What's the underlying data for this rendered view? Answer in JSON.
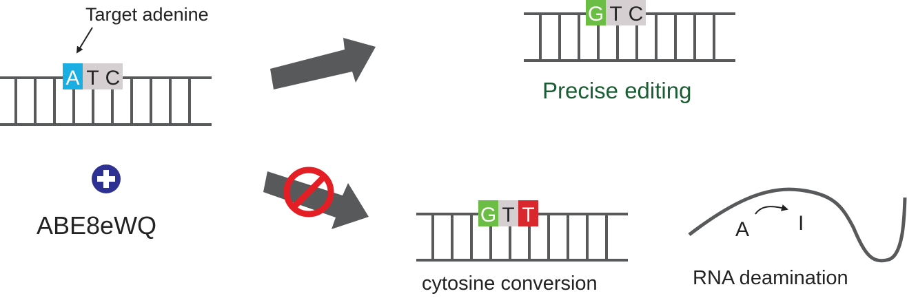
{
  "diagram": {
    "input": {
      "label": "Target adenine",
      "sequence": [
        {
          "base": "A",
          "fill": "#1aaee3",
          "text_color": "#ffffff"
        },
        {
          "base": "T",
          "fill": "#d5cfd1",
          "text_color": "#222222"
        },
        {
          "base": "C",
          "fill": "#d5cfd1",
          "text_color": "#222222"
        }
      ],
      "plus_icon": "plus-circle-icon",
      "plus_color": "#2e3192",
      "editor": "ABE8eWQ"
    },
    "outcomes": {
      "precise": {
        "sequence": [
          {
            "base": "G",
            "fill": "#6cbd45",
            "text_color": "#ffffff"
          },
          {
            "base": "T",
            "fill": "#d5cfd1",
            "text_color": "#222222"
          },
          {
            "base": "C",
            "fill": "#d5cfd1",
            "text_color": "#222222"
          }
        ],
        "label": "Precise editing",
        "label_color": "#1b5e34"
      },
      "bystander": {
        "sequence": [
          {
            "base": "G",
            "fill": "#6cbd45",
            "text_color": "#ffffff"
          },
          {
            "base": "T",
            "fill": "#d5cfd1",
            "text_color": "#222222"
          },
          {
            "base": "T",
            "fill": "#d9272e",
            "text_color": "#ffffff"
          }
        ],
        "label": "cytosine conversion"
      },
      "rna": {
        "from_base": "A",
        "to_base": "I",
        "label": "RNA deamination"
      }
    },
    "colors": {
      "dna": "#58595b",
      "arrow": "#58595b",
      "prohibit": "#e31e24"
    }
  }
}
